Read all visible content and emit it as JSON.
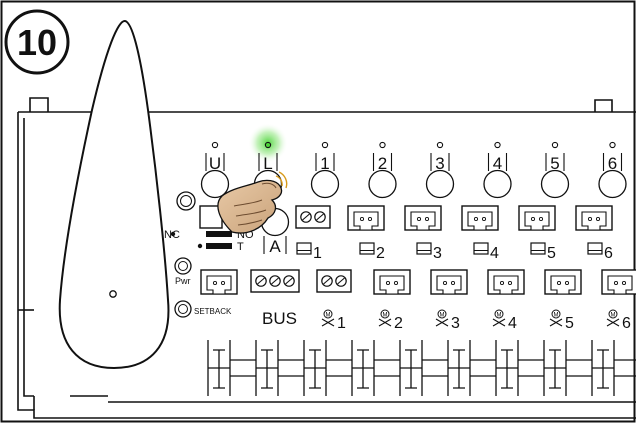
{
  "step": {
    "number": "10"
  },
  "indicator": {
    "led_color": "#4cd43a"
  },
  "buttons": {
    "u": "U",
    "l": "L",
    "a": "A",
    "zones": [
      "1",
      "2",
      "3",
      "4",
      "5",
      "6"
    ]
  },
  "switch": {
    "nc": "NC",
    "no": "NO",
    "t": "T"
  },
  "labels": {
    "pwr": "Pwr",
    "setback": "SETBACK",
    "bus": "BUS"
  },
  "thermostat_terminals": [
    "1",
    "2",
    "3",
    "4",
    "5",
    "6"
  ],
  "actuator_terminals": [
    "1",
    "2",
    "3",
    "4",
    "5",
    "6"
  ]
}
